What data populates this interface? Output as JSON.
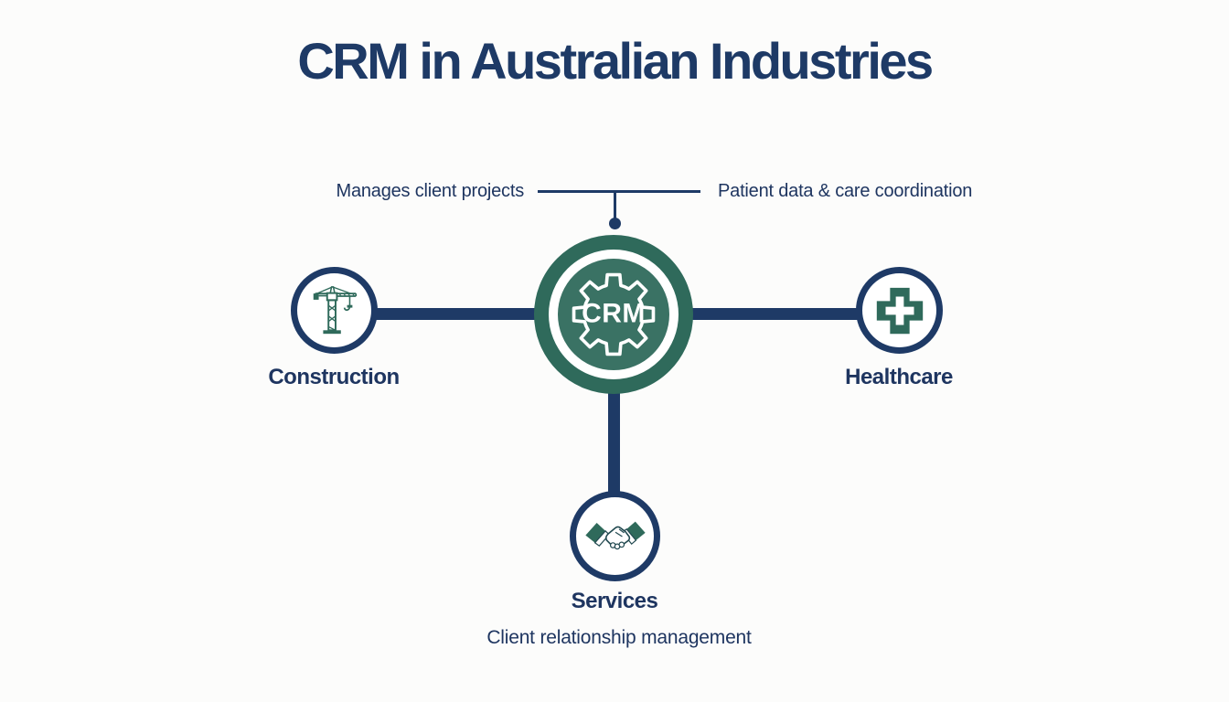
{
  "title": "CRM in Australian Industries",
  "center": {
    "label": "CRM",
    "icon": "gear-icon"
  },
  "annotations": {
    "construction": "Manages client projects",
    "healthcare": "Patient data & care coordination"
  },
  "nodes": [
    {
      "id": "construction",
      "label": "Construction",
      "icon": "crane-icon",
      "position": "left"
    },
    {
      "id": "healthcare",
      "label": "Healthcare",
      "icon": "medical-cross-icon",
      "position": "right"
    },
    {
      "id": "services",
      "label": "Services",
      "icon": "handshake-icon",
      "position": "bottom",
      "sublabel": "Client relationship management"
    }
  ],
  "colors": {
    "navy": "#1e3a66",
    "green": "#2f6a5b",
    "text": "#1e3560",
    "background": "#fcfcfb"
  }
}
